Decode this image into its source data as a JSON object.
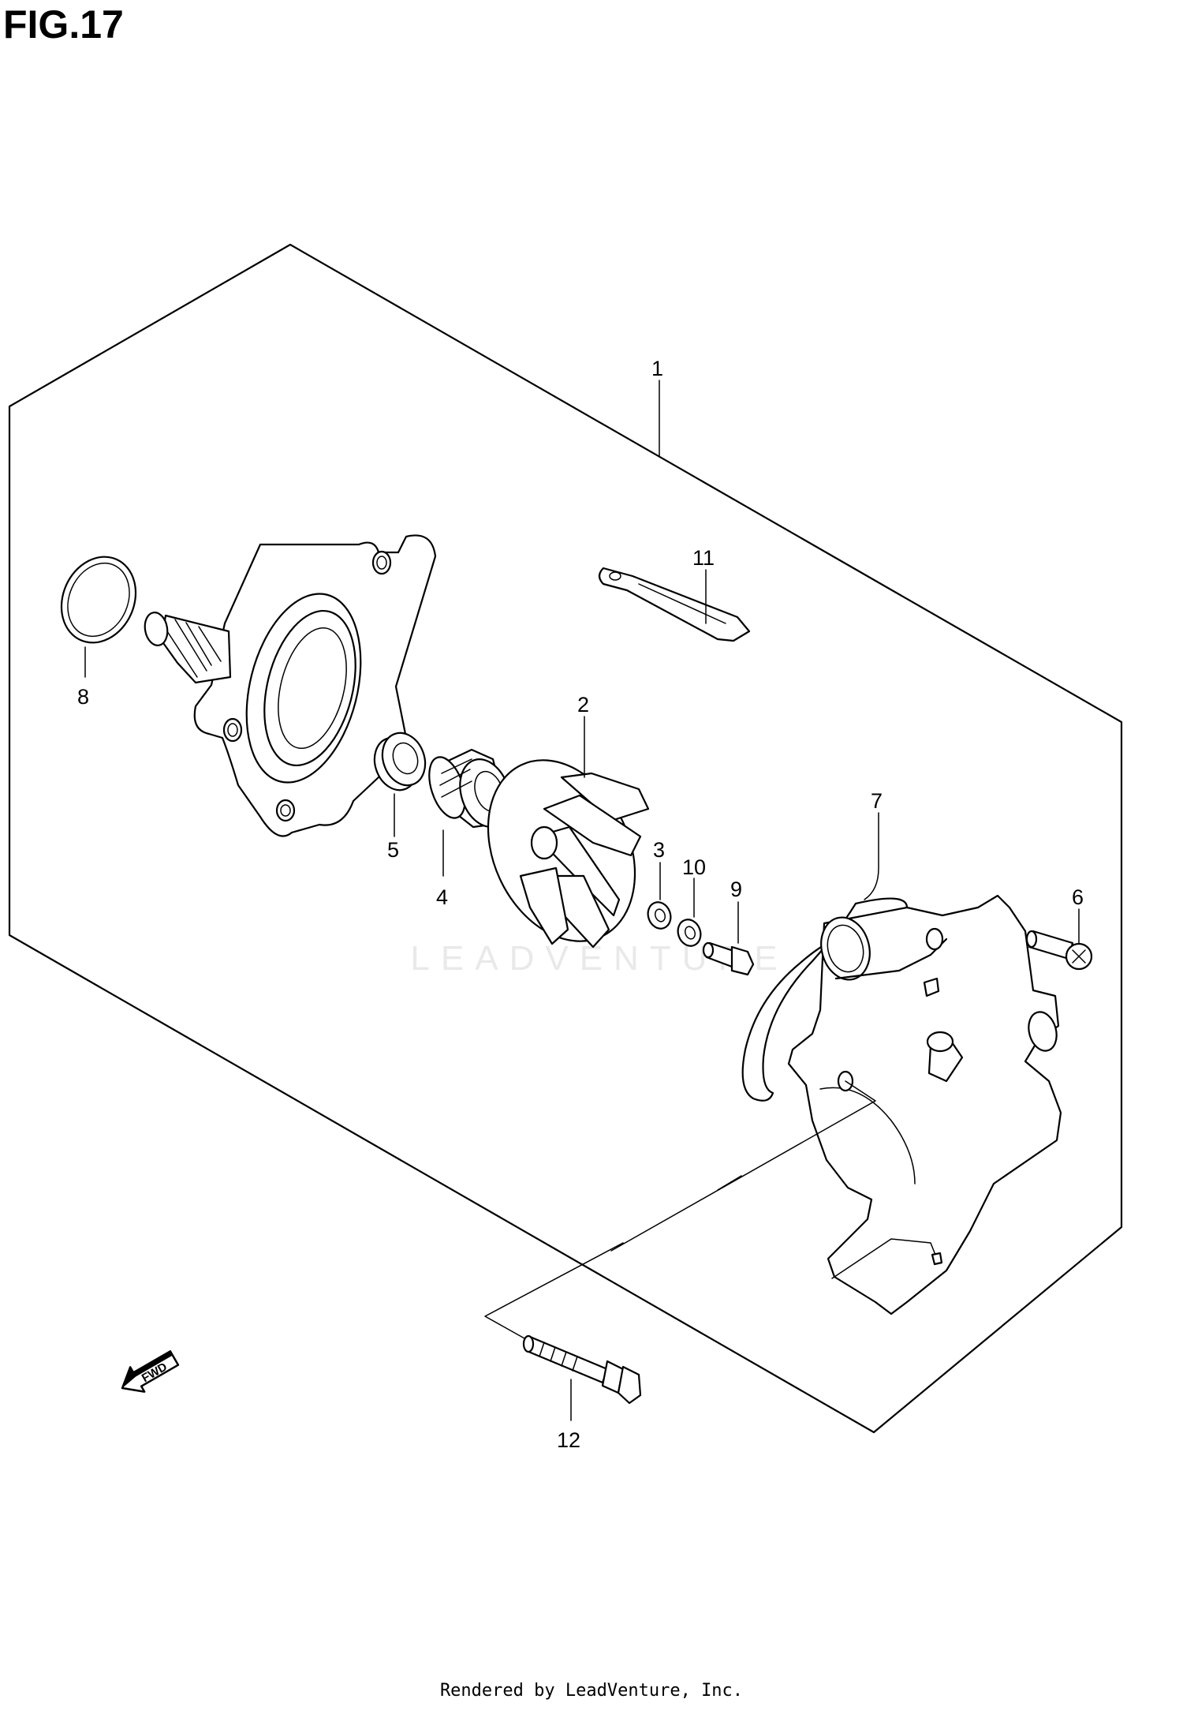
{
  "figure": {
    "title": "FIG.17",
    "fwd_label": "FWD",
    "watermark": "LEADVENTURE",
    "footer": "Rendered by LeadVenture, Inc."
  },
  "callouts": [
    {
      "id": "1",
      "part": "water-pump-assembly"
    },
    {
      "id": "2",
      "part": "impeller"
    },
    {
      "id": "3",
      "part": "washer"
    },
    {
      "id": "4",
      "part": "mechanical-seal"
    },
    {
      "id": "5",
      "part": "oil-seal"
    },
    {
      "id": "6",
      "part": "bolt"
    },
    {
      "id": "7",
      "part": "gasket"
    },
    {
      "id": "8",
      "part": "o-ring"
    },
    {
      "id": "9",
      "part": "bolt"
    },
    {
      "id": "10",
      "part": "washer"
    },
    {
      "id": "11",
      "part": "clamp"
    },
    {
      "id": "12",
      "part": "bolt"
    }
  ]
}
